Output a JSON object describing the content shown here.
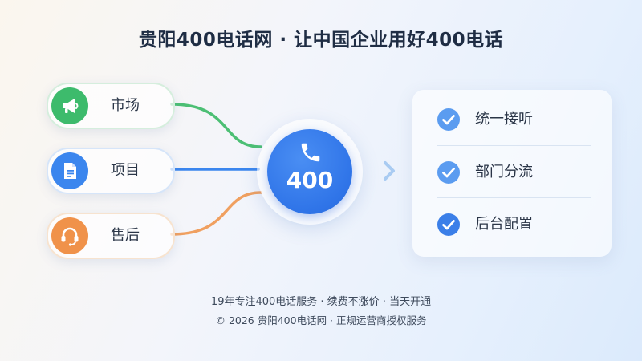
{
  "title": "贵阳400电话网 · 让中国企业用好400电话",
  "sources": [
    {
      "label": "市场",
      "icon": "megaphone-icon",
      "color": "#3dbb6c"
    },
    {
      "label": "项目",
      "icon": "document-icon",
      "color": "#3b86ee"
    },
    {
      "label": "售后",
      "icon": "headset-icon",
      "color": "#f0924a"
    }
  ],
  "hub": {
    "number": "400",
    "icon": "phone-icon",
    "color": "#2f74e8"
  },
  "features": [
    {
      "label": "统一接听",
      "icon": "check-icon"
    },
    {
      "label": "部门分流",
      "icon": "check-icon"
    },
    {
      "label": "后台配置",
      "icon": "check-icon"
    }
  ],
  "footer": {
    "line1": "19年专注400电话服务 · 续费不涨价 · 当天开通",
    "line2": "© 2026 贵阳400电话网 · 正规运营商授权服务"
  }
}
